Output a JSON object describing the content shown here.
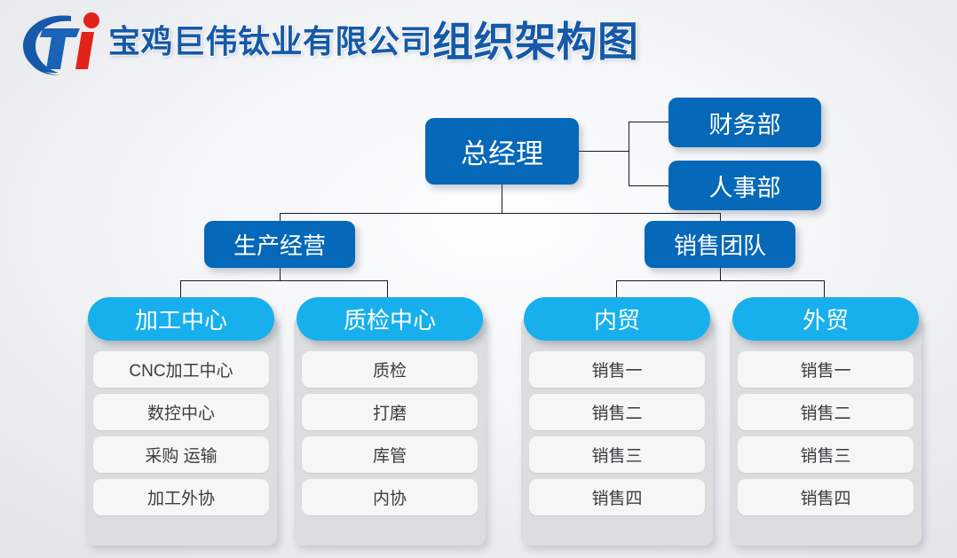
{
  "header": {
    "logo_name": "juwei-titanium-logo",
    "company_name": "宝鸡巨伟钛业有限公司",
    "chart_name": "组织架构图"
  },
  "colors": {
    "primary_dark_blue": "#0568b8",
    "primary_light_blue": "#18b0ec",
    "title_blue": "#1559a8",
    "logo_blue": "#1559a8",
    "logo_red": "#e2231a",
    "panel_gray": "#dcdddf",
    "item_gray": "#f6f6f7",
    "connector_black": "#1a1a1a"
  },
  "org_chart": {
    "root": {
      "label": "总经理"
    },
    "staff": [
      {
        "label": "财务部"
      },
      {
        "label": "人事部"
      }
    ],
    "divisions": [
      {
        "label": "生产经营"
      },
      {
        "label": "销售团队"
      }
    ],
    "columns": [
      {
        "head": "加工中心",
        "items": [
          "CNC加工中心",
          "数控中心",
          "采购 运输",
          "加工外协"
        ]
      },
      {
        "head": "质检中心",
        "items": [
          "质检",
          "打磨",
          "库管",
          "内协"
        ]
      },
      {
        "head": "内贸",
        "items": [
          "销售一",
          "销售二",
          "销售三",
          "销售四"
        ]
      },
      {
        "head": "外贸",
        "items": [
          "销售一",
          "销售二",
          "销售三",
          "销售四"
        ]
      }
    ]
  }
}
